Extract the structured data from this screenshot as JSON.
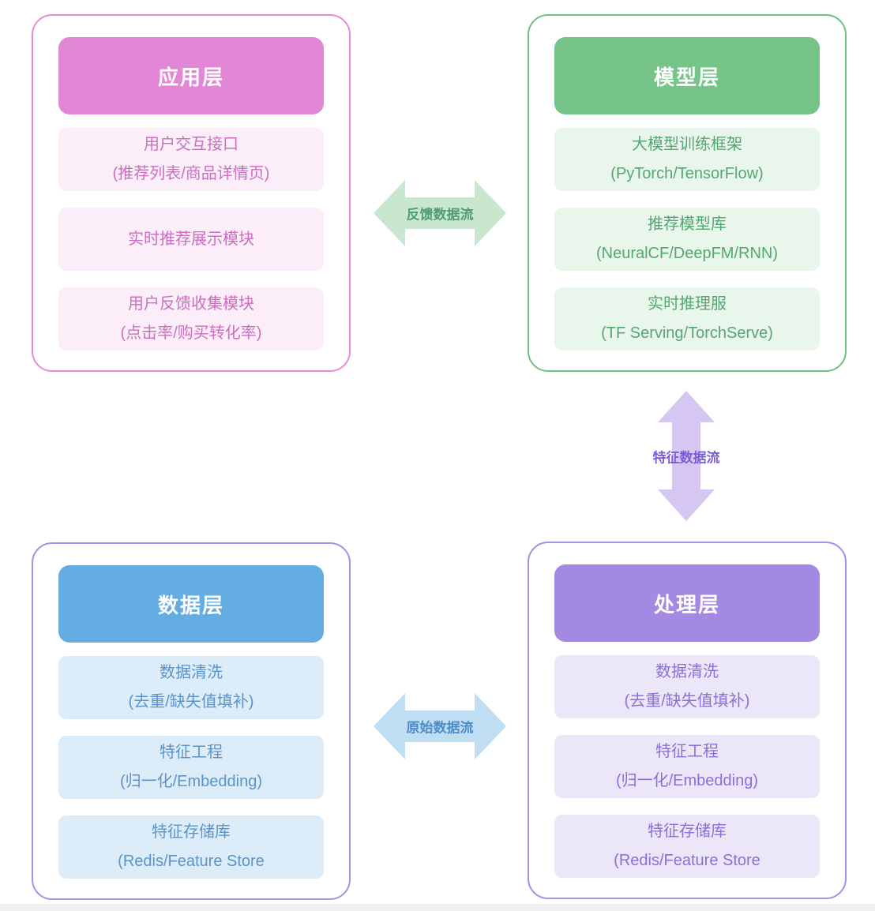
{
  "diagram": {
    "layers": {
      "app": {
        "title": "应用层",
        "accent_color": "#e287d6",
        "border_color": "#e98ad8",
        "item_bg_color": "#fbeef9",
        "text_color": "#cb6ec0",
        "items": [
          {
            "line1": "用户交互接口",
            "line2": "(推荐列表/商品详情页)"
          },
          {
            "line1": "实时推荐展示模块"
          },
          {
            "line1": "用户反馈收集模块",
            "line2": "(点击率/购买转化率)"
          }
        ]
      },
      "model": {
        "title": "模型层",
        "accent_color": "#76c488",
        "border_color": "#6fc083",
        "item_bg_color": "#e9f6ec",
        "text_color": "#55a671",
        "items": [
          {
            "line1": "大模型训练框架",
            "line2": "(PyTorch/TensorFlow)"
          },
          {
            "line1": "推荐模型库",
            "line2": "(NeuralCF/DeepFM/RNN)"
          },
          {
            "line1": "实时推理服",
            "line2": "(TF Serving/TorchServe)"
          }
        ]
      },
      "data": {
        "title": "数据层",
        "accent_color": "#63ade2",
        "border_color": "#a98ee5",
        "item_bg_color": "#dcecf8",
        "text_color": "#5a94c9",
        "items": [
          {
            "line1": "数据清洗",
            "line2": "(去重/缺失值填补)"
          },
          {
            "line1": "特征工程",
            "line2": "(归一化/Embedding)"
          },
          {
            "line1": "特征存储库",
            "line2": "(Redis/Feature Store"
          }
        ]
      },
      "process": {
        "title": "处理层",
        "accent_color": "#a389e2",
        "border_color": "#a98ee5",
        "item_bg_color": "#ece6f9",
        "text_color": "#8b6fd8",
        "items": [
          {
            "line1": "数据清洗",
            "line2": "(去重/缺失值填补)"
          },
          {
            "line1": "特征工程",
            "line2": "(归一化/Embedding)"
          },
          {
            "line1": "特征存储库",
            "line2": "(Redis/Feature Store"
          }
        ]
      }
    },
    "flows": {
      "feedback": {
        "label": "反馈数据流",
        "direction": "horizontal",
        "fill_color": "#c9e7ce",
        "text_color": "#4f9b78"
      },
      "feature": {
        "label": "特征数据流",
        "direction": "vertical",
        "fill_color": "#d5c7f2",
        "text_color": "#7c5ed2"
      },
      "raw": {
        "label": "原始数据流",
        "direction": "horizontal",
        "fill_color": "#bfddf3",
        "text_color": "#4c8dc8"
      }
    }
  }
}
